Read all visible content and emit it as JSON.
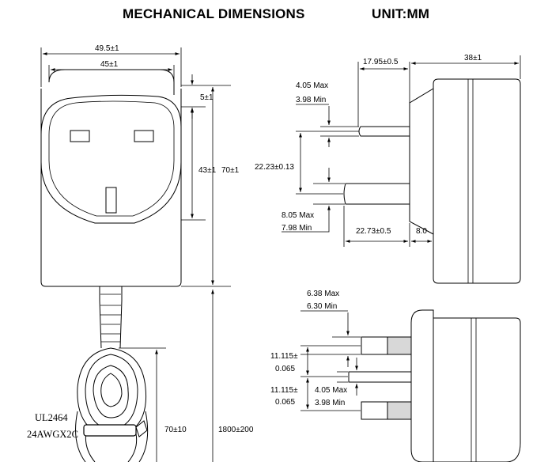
{
  "header": {
    "title": "MECHANICAL DIMENSIONS",
    "unit": "UNIT:MM"
  },
  "front_view": {
    "overall_width": "49.5±1",
    "face_width": "45±1",
    "top_offset": "5±1",
    "face_height": "43±1",
    "overall_height": "70±1",
    "cable_length": "1800±200",
    "cable_bundle": "70±10",
    "cable_spec_line1": "UL2464",
    "cable_spec_line2": "24AWGX2C"
  },
  "side_view": {
    "depth_front": "17.95±0.5",
    "depth_total": "38±1",
    "pin_max_1": "4.05 Max",
    "pin_min_1": "3.98 Min",
    "pin_spacing": "22.23±0.13",
    "pin_max_2": "8.05 Max",
    "pin_min_2": "7.98 Min",
    "pin_length": "22.73±0.5",
    "pin_stub": "8.0"
  },
  "bottom_view": {
    "pin_max_3": "6.38 Max",
    "pin_min_3": "6.30 Min",
    "spacing_a_1": "11.115±",
    "spacing_a_2": "0.065",
    "spacing_b_1": "11.115±",
    "spacing_b_2": "0.065",
    "pin_max_4": "4.05 Max",
    "pin_min_4": "3.98 Min"
  }
}
